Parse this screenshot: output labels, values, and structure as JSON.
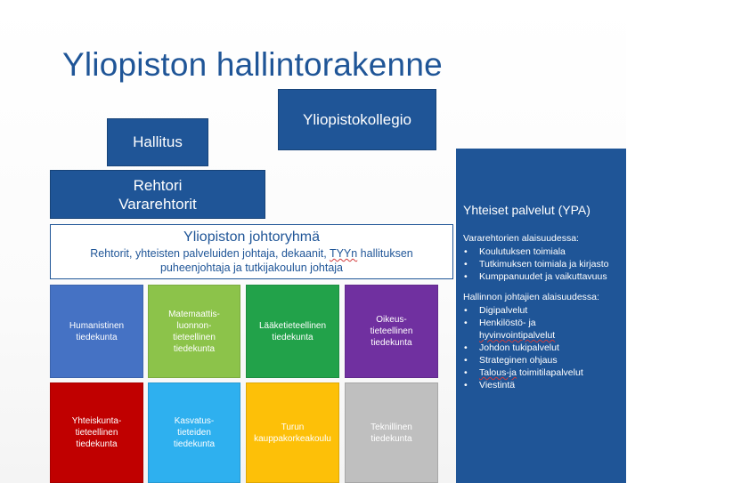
{
  "title": "Yliopiston hallintorakenne",
  "colors": {
    "accent": "#1f5597"
  },
  "boxes": {
    "hallitus": "Hallitus",
    "kollegio": "Yliopistokollegio",
    "rehtori_line1": "Rehtori",
    "rehtori_line2": "Vararehtorit"
  },
  "johtoryhma": {
    "title": "Yliopiston johtoryhmä",
    "desc_before": "Rehtorit, yhteisten palveluiden johtaja, dekaanit, ",
    "desc_spell": "TYYn",
    "desc_after": " hallituksen puheenjohtaja ja tutkijakoulun johtaja"
  },
  "faculties": [
    {
      "lines": [
        "Humanistinen",
        "tiedekunta"
      ],
      "color": "#4572c4"
    },
    {
      "lines": [
        "Matemaattis-",
        "luonnon-",
        "tieteellinen",
        "tiedekunta"
      ],
      "color": "#8cc34a"
    },
    {
      "lines": [
        "Lääketieteellinen",
        "tiedekunta"
      ],
      "color": "#22a24a"
    },
    {
      "lines": [
        "Oikeus-",
        "tieteellinen",
        "tiedekunta"
      ],
      "color": "#7030a0"
    },
    {
      "lines": [
        "Yhteiskunta-",
        "tieteellinen",
        "tiedekunta"
      ],
      "color": "#c00000"
    },
    {
      "lines": [
        "Kasvatus-",
        "tieteiden",
        "tiedekunta"
      ],
      "color": "#2eb0ef"
    },
    {
      "lines": [
        "Turun",
        "kauppakorkeakoulu"
      ],
      "color": "#fdc008"
    },
    {
      "lines": [
        "Teknillinen",
        "tiedekunta"
      ],
      "color": "#bfbfbf"
    }
  ],
  "ypa": {
    "title": "Yhteiset palvelut (YPA)",
    "group1_heading": "Vararehtorien alaisuudessa:",
    "group1_items": [
      "Koulutuksen toimiala",
      "Tutkimuksen toimiala ja kirjasto",
      "Kumppanuudet ja vaikuttavuus"
    ],
    "group2_heading": "Hallinnon johtajien alaisuudessa:",
    "group2_items": {
      "digi": "Digipalvelut",
      "henkilosto_1": "Henkilöstö- ja",
      "henkilosto_2": "hyvinvointipalvelut",
      "johdon": "Johdon tukipalvelut",
      "strateginen": "Strateginen ohjaus",
      "talous_1": "Talous-ja",
      "talous_2": " toimitilapalvelut",
      "viestinta": "Viestintä"
    },
    "bullet": "•"
  }
}
